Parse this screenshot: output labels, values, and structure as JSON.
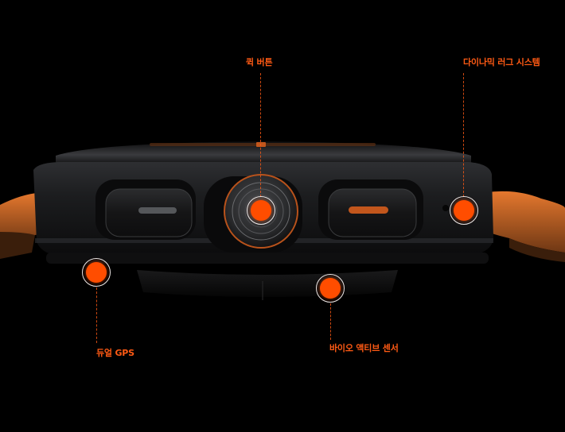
{
  "colors": {
    "accent": "#ff4d00",
    "label": "#ff5a14",
    "background": "#000000"
  },
  "hotspots": [
    {
      "id": "quick-button",
      "label": "퀵 버튼"
    },
    {
      "id": "dynamic-lug-system",
      "label": "다이나믹 러그 시스템"
    },
    {
      "id": "dual-gps",
      "label": "듀얼 GPS"
    },
    {
      "id": "bio-active-sensor",
      "label": "바이오 액티브 센서"
    }
  ]
}
